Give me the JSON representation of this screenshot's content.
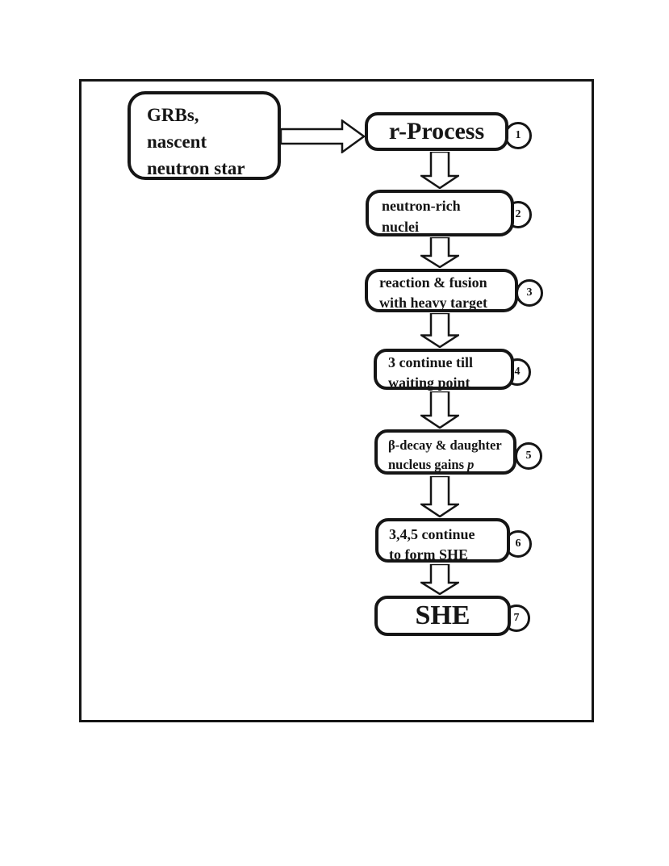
{
  "figure": {
    "colors": {
      "ink": "#151515",
      "paper": "#ffffff"
    },
    "source": {
      "lines": [
        "GRBs,",
        "nascent",
        "neutron star"
      ]
    },
    "steps": [
      {
        "id": "1",
        "line1": "r-Process"
      },
      {
        "id": "2",
        "line1": "neutron-rich",
        "line2": "nuclei"
      },
      {
        "id": "3",
        "line1": "reaction & fusion",
        "line2": "with heavy target"
      },
      {
        "id": "4",
        "line1": "3 continue till",
        "line2": "waiting point"
      },
      {
        "id": "5",
        "line1": "β-decay & daughter",
        "line2": "nucleus gains ",
        "italic": "p"
      },
      {
        "id": "6",
        "line1": "3,4,5 continue",
        "line2": "to form SHE"
      },
      {
        "id": "7",
        "line1": "SHE"
      }
    ]
  }
}
